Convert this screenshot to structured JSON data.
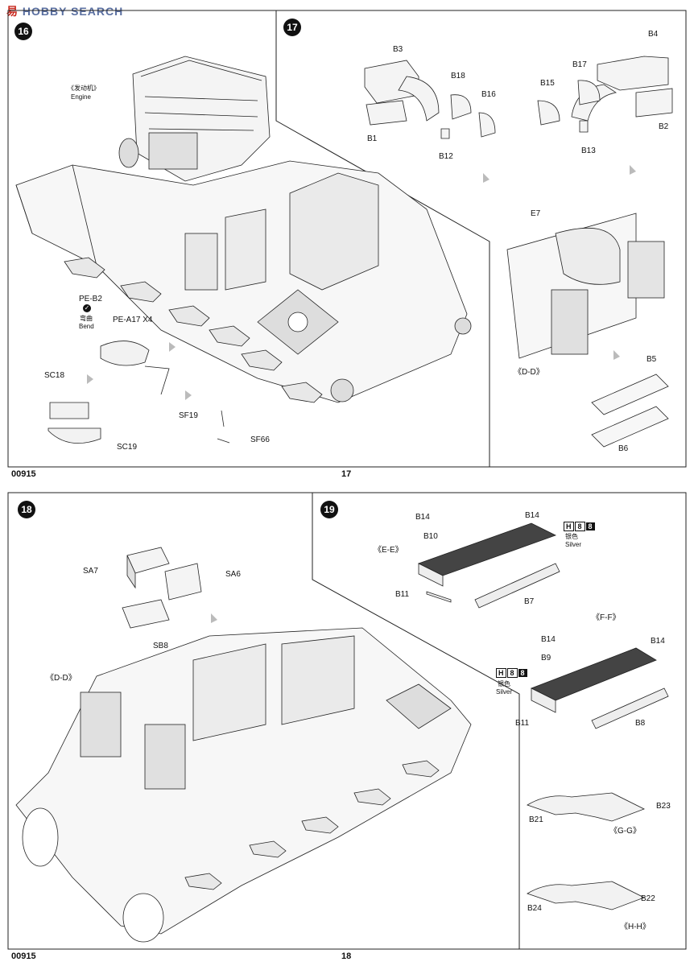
{
  "watermark": {
    "brand_cn": "易",
    "brand_text": "HOBBY SEARCH"
  },
  "page_top": {
    "step_start_marker": "16",
    "labels": {
      "engine_cn": "《发动机》",
      "engine_en": "Engine",
      "pe_b2": "PE-B2",
      "bend_cn": "弯曲",
      "bend_en": "Bend",
      "pe_a17": "PE-A17 X4",
      "sc18": "SC18",
      "sc19": "SC19",
      "sf19": "SF19",
      "sf66": "SF66"
    },
    "step17": {
      "number": "17",
      "labels": {
        "b3": "B3",
        "b4": "B4",
        "b18": "B18",
        "b17": "B17",
        "b16": "B16",
        "b15": "B15",
        "b1": "B1",
        "b2": "B2",
        "b12": "B12",
        "b13": "B13",
        "e7": "E7",
        "dd": "《D-D》",
        "b5": "B5",
        "b6": "B6"
      }
    },
    "footer_code": "00915",
    "page_number": "17"
  },
  "page_bottom": {
    "step18": {
      "number": "18",
      "labels": {
        "sa7": "SA7",
        "sa6": "SA6",
        "sb8": "SB8",
        "dd": "《D-D》"
      }
    },
    "step19": {
      "number": "19",
      "labels": {
        "b14a": "B14",
        "b14b": "B14",
        "b10": "B10",
        "ee": "《E-E》",
        "b11a": "B11",
        "b7": "B7",
        "ff": "《F-F》",
        "b14c": "B14",
        "b14d": "B14",
        "b9": "B9",
        "b11b": "B11",
        "b8": "B8",
        "b21": "B21",
        "b23": "B23",
        "gg": "《G-G》",
        "b24": "B24",
        "b22": "B22",
        "hh": "《H-H》"
      },
      "paint": {
        "code": "H",
        "num1": "8",
        "num2": "8",
        "cn": "银色",
        "en": "Silver"
      }
    },
    "footer_code": "00915",
    "page_number": "18"
  }
}
